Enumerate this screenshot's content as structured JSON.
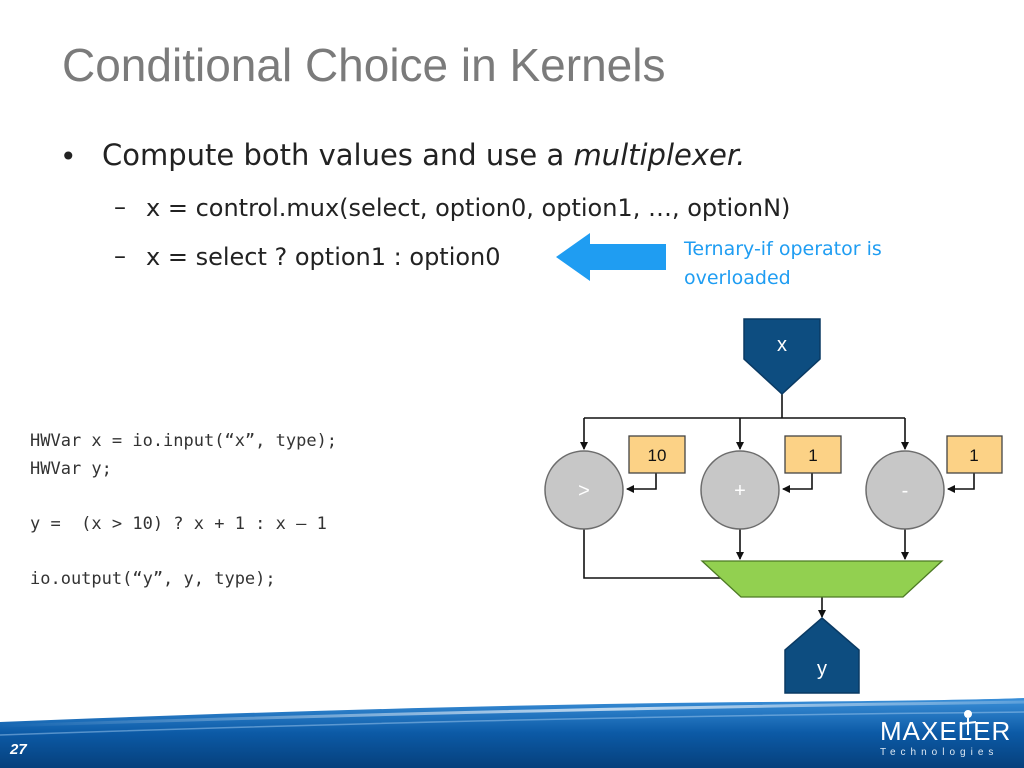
{
  "slide": {
    "title": "Conditional Choice in Kernels",
    "bullet": {
      "marker": "•",
      "text_plain": "Compute both values and use a ",
      "text_emphasis": "multiplexer."
    },
    "sub_bullets": [
      {
        "marker": "–",
        "text": "x = control.mux(select, option0, option1, …, optionN)"
      },
      {
        "marker": "–",
        "text": "x = select ? option1 : option0"
      }
    ],
    "callout_lines": [
      "Ternary-if operator is",
      "overloaded"
    ],
    "code_lines": [
      "HWVar x = io.input(“x”, type);",
      "HWVar y;",
      "",
      "y =  (x > 10) ? x + 1 : x – 1",
      "",
      "io.output(“y”, y, type);"
    ],
    "page_number": "27",
    "logo": {
      "name": "MAXELER",
      "sub": "Technologies"
    }
  },
  "diagram": {
    "input_label": "x",
    "output_label": "y",
    "operators": [
      {
        "symbol": ">",
        "constant": "10"
      },
      {
        "symbol": "+",
        "constant": "1"
      },
      {
        "symbol": "-",
        "constant": "1"
      }
    ]
  },
  "colors": {
    "title": "#7b7b7b",
    "callout": "#1f9df2",
    "io_node": "#0d4d80",
    "operator_node": "#c7c7c7",
    "constant_box": "#fcd286",
    "mux": "#92d050",
    "footer_band": "#0c5aa6"
  }
}
